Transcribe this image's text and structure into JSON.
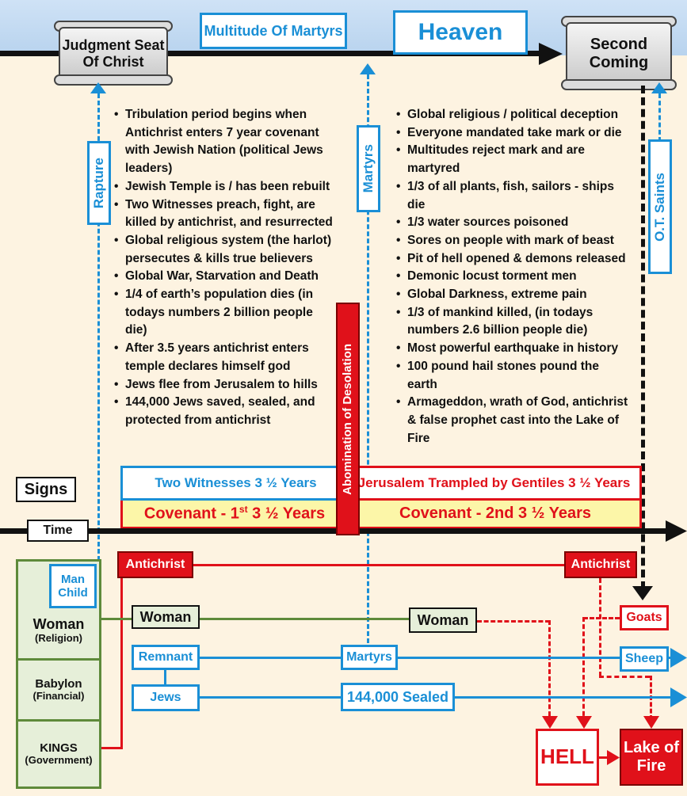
{
  "colors": {
    "heaven_band": "#c2daf2",
    "background": "#fdf3e1",
    "blue": "#1a8fd6",
    "red": "#e0111a",
    "green": "#5e8a3a",
    "light_green": "#e6efd9",
    "yellow": "#fcf6a8",
    "black": "#111111"
  },
  "heaven": {
    "judgment_seat": "Judgment Seat Of Christ",
    "multitude": "Multitude Of Martyrs",
    "title": "Heaven",
    "second_coming": "Second Coming"
  },
  "vertical_labels": {
    "rapture": "Rapture",
    "martyrs": "Martyrs",
    "ot_saints": "O.T. Saints",
    "abomination": "Abomination of Desolation"
  },
  "left_list": [
    "Tribulation period begins when Antichrist enters 7 year covenant with Jewish Nation (political Jews leaders)",
    "Jewish Temple is / has been rebuilt",
    "Two Witnesses preach, fight, are killed by antichrist, and resurrected",
    "Global religious system (the harlot) persecutes & kills true believers",
    "Global War, Starvation and Death",
    "1/4 of earth’s population dies (in todays numbers 2 billion people die)",
    "After 3.5 years antichrist enters temple declares himself god",
    "Jews flee from Jerusalem to hills",
    "144,000 Jews saved, sealed, and protected from antichrist"
  ],
  "right_list": [
    "Global religious / political deception",
    "Everyone mandated take mark or die",
    "Multitudes reject mark and are martyred",
    "1/3 of all plants, fish, sailors - ships die",
    "1/3 water sources poisoned",
    "Sores on people with mark of beast",
    "Pit of hell opened & demons released",
    "Demonic locust torment men",
    "Global Darkness, extreme pain",
    "1/3 of mankind killed, (in todays numbers 2.6 billion people die)",
    "Most powerful earthquake in history",
    "100 pound hail stones pound the earth",
    "Armageddon, wrath of God, antichrist & false prophet cast into the Lake of Fire"
  ],
  "timeline": {
    "signs": "Signs",
    "time": "Time",
    "two_witnesses": "Two Witnesses 3 ½ Years",
    "jerusalem": "Jerusalem Trampled by Gentiles 3 ½ Years",
    "covenant1_pre": "Covenant - 1",
    "covenant1_sup": "st",
    "covenant1_post": " 3 ½ Years",
    "covenant2": "Covenant - 2nd 3 ½ Years"
  },
  "entities": {
    "man_child": "Man Child",
    "woman_main": "Woman",
    "woman_sub": "(Religion)",
    "babylon_main": "Babylon",
    "babylon_sub": "(Financial)",
    "kings_main": "KINGS",
    "kings_sub": "(Government)",
    "antichrist_left": "Antichrist",
    "antichrist_right": "Antichrist",
    "woman_mid": "Woman",
    "woman_right": "Woman",
    "remnant": "Remnant",
    "martyrs_box": "Martyrs",
    "jews": "Jews",
    "sealed": "144,000 Sealed",
    "goats": "Goats",
    "sheep": "Sheep",
    "hell": "HELL",
    "lake_of_fire": "Lake of Fire"
  }
}
